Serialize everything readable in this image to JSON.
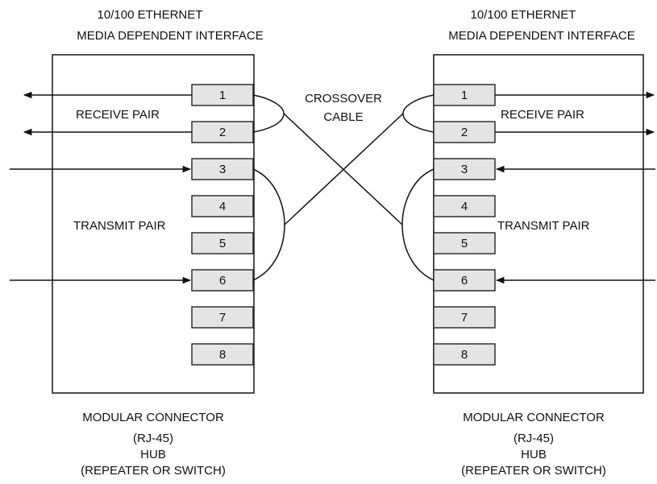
{
  "left": {
    "title_line1": "10/100 ETHERNET",
    "title_line2": "MEDIA DEPENDENT INTERFACE",
    "receive_label": "RECEIVE PAIR",
    "transmit_label": "TRANSMIT PAIR",
    "caption_line1": "MODULAR CONNECTOR",
    "caption_line2": "(RJ-45)",
    "caption_line3": "HUB",
    "caption_line4": "(REPEATER OR SWITCH)"
  },
  "right": {
    "title_line1": "10/100 ETHERNET",
    "title_line2": "MEDIA DEPENDENT INTERFACE",
    "receive_label": "RECEIVE PAIR",
    "transmit_label": "TRANSMIT PAIR",
    "caption_line1": "MODULAR CONNECTOR",
    "caption_line2": "(RJ-45)",
    "caption_line3": "HUB",
    "caption_line4": "(REPEATER OR SWITCH)"
  },
  "center": {
    "crossover_line1": "CROSSOVER",
    "crossover_line2": "CABLE"
  },
  "pins": [
    "1",
    "2",
    "3",
    "4",
    "5",
    "6",
    "7",
    "8"
  ],
  "colors": {
    "pin_fill": "#e4e4e4",
    "line": "#111111",
    "background": "#ffffff"
  }
}
